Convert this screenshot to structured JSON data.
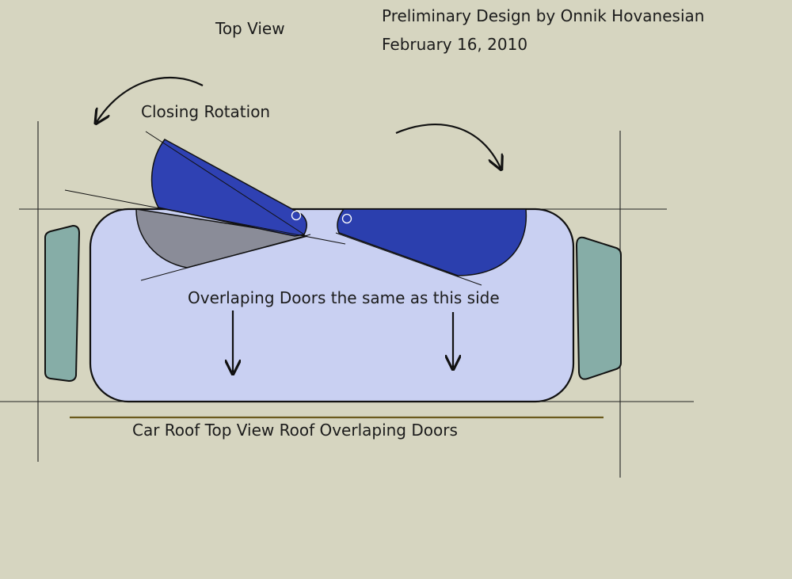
{
  "header": {
    "view_label": "Top View",
    "design_credit": "Preliminary Design by Onnik Hovanesian",
    "date": "February 16, 2010"
  },
  "annotations": {
    "rotation_label": "Closing Rotation",
    "overlap_note": "Overlaping Doors the same as this side"
  },
  "caption": "Car Roof Top View Roof Overlaping Doors",
  "colors": {
    "background": "#d6d5c0",
    "roof_fill": "#c9d0f2",
    "door_blue": "#2f41b3",
    "door_open_blue": "#2b3fae",
    "door_ghost_gray": "#8a8c98",
    "window_teal": "#86ada7",
    "caption_rule": "#6b5a1c",
    "outline": "#111111"
  }
}
